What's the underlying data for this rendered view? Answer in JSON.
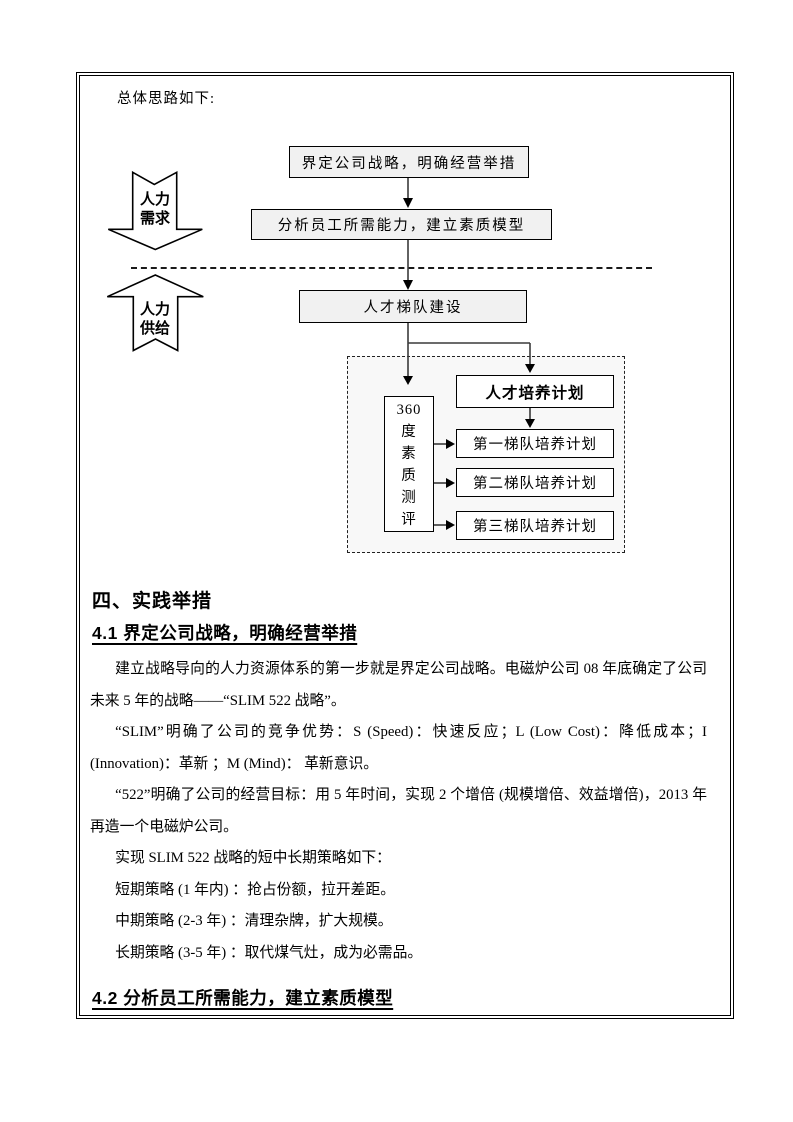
{
  "intro": "总体思路如下:",
  "flowchart": {
    "box_strategy": "界定公司战略，明确经营举措",
    "box_analyze": "分析员工所需能力，建立素质模型",
    "box_echelon": "人才梯队建设",
    "hr_demand_line1": "人力",
    "hr_demand_line2": "需求",
    "hr_supply_line1": "人力",
    "hr_supply_line2": "供给",
    "assessment_box": "360\n度\n素\n质\n测\n评",
    "training_plan": "人才培养计划",
    "plan_tier1": "第一梯队培养计划",
    "plan_tier2": "第二梯队培养计划",
    "plan_tier3": "第三梯队培养计划"
  },
  "section4": {
    "heading": "四、实践举措",
    "sub41": "4.1 界定公司战略，明确经营举措",
    "p1": "建立战略导向的人力资源体系的第一步就是界定公司战略。电磁炉公司 08 年底确定了公司未来 5 年的战略——“SLIM 522 战略”。",
    "p2": "“SLIM”明确了公司的竞争优势：S (Speed)：快速反应；L (Low Cost)：降低成本；I (Innovation)：革新 ；M (Mind)： 革新意识。",
    "p3": "“522”明确了公司的经营目标：用 5 年时间，实现 2 个增倍 (规模增倍、效益增倍)，2013 年再造一个电磁炉公司。",
    "p4": "实现 SLIM 522 战略的短中长期策略如下：",
    "p5": "短期策略 (1 年内) ：抢占份额，拉开差距。",
    "p6": "中期策略 (2-3 年) ：清理杂牌，扩大规模。",
    "p7": "长期策略 (3-5 年) ：取代煤气灶，成为必需品。",
    "sub42": "4.2 分析员工所需能力，建立素质模型"
  },
  "colors": {
    "box_fill": "#f1f1f1",
    "container_fill": "#f8f8f8",
    "line": "#000000"
  }
}
